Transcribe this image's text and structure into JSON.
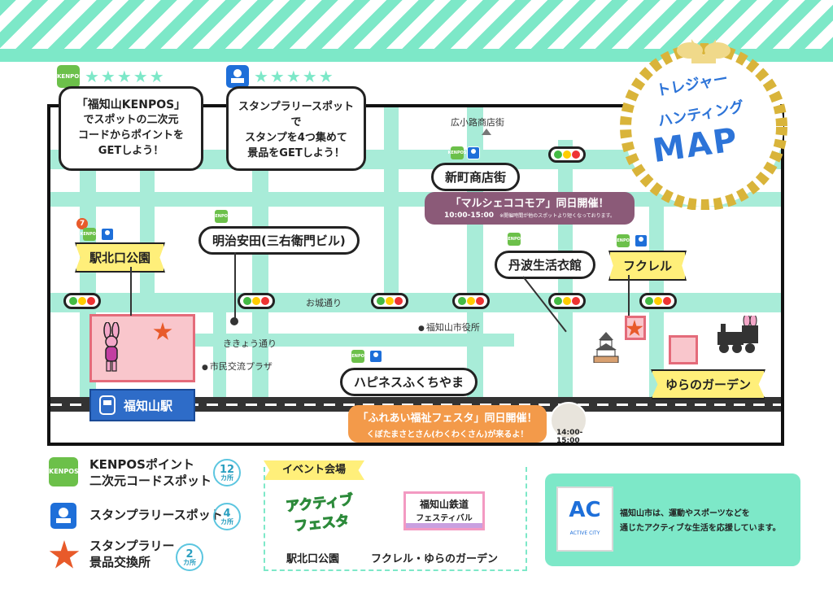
{
  "title": {
    "line1": "トレジャー",
    "line2": "ハンティング",
    "line3": "MAP"
  },
  "callouts": {
    "kenpos": {
      "stars": "★★★★★",
      "line1": "「福知山KENPOS」",
      "line2": "でスポットの二次元",
      "line3": "コードからポイントを",
      "line4": "GETしよう！"
    },
    "stamp": {
      "stars": "★★★★★",
      "line1": "スタンプラリースポットで",
      "line2": "スタンプを4つ集めて",
      "line3": "景品をGETしよう！"
    }
  },
  "map": {
    "streets": {
      "hirokoji": "広小路商店街",
      "oshiro": "お城通り",
      "kikyo": "ききょう通り"
    },
    "places": {
      "shimin": "市民交流プラザ",
      "shiyakusho": "福知山市役所"
    },
    "spots": {
      "shinmachi": "新町商店街",
      "meiji": "明治安田(三右衛門ビル)",
      "ekikita": "駅北口公園",
      "tamba": "丹波生活衣館",
      "fukureru": "フクレル",
      "happiness": "ハピネスふくちやま",
      "yurano": "ゆらのガーデン"
    },
    "station": "福知山駅",
    "badge_number": "7",
    "kenpos_mini": "KENPOS",
    "event_marche": {
      "title": "「マルシェココモア」同日開催！",
      "time": "10:00-15:00",
      "note": "※開催時間が他のスポットより短くなっております。"
    },
    "event_fureai": {
      "title": "「ふれあい福祉フェスタ」同日開催！",
      "sub": "くぼたまさとさん(わくわくさん)が来るよ！",
      "time": "14:00-15:00"
    }
  },
  "legend": {
    "kenpos_icon_text": "KENPOS",
    "kenpos_line1": "KENPOSポイント",
    "kenpos_line2": "二次元コードスポット",
    "kenpos_count": "12",
    "stamp_label": "スタンプラリースポット",
    "stamp_count": "4",
    "star_line1": "スタンプラリー",
    "star_line2": "景品交換所",
    "star_count": "2",
    "count_unit": "カ所"
  },
  "venues": {
    "header": "イベント会場",
    "active_logo_line1": "アクティブ",
    "active_logo_line2": "フェスタ",
    "venue1": "駅北口公園",
    "railway_logo_line1": "福知山鉄道",
    "railway_logo_line2": "フェスティバル",
    "venue2": "フクレル・ゆらのガーデン"
  },
  "active_city": {
    "logo_text": "ACTIVE CITY",
    "text_line1": "福知山市は、運動やスポーツなどを",
    "text_line2": "通じたアクティブな生活を応援しています。"
  },
  "colors": {
    "mint": "#7de8c8",
    "road": "#a8ecd8",
    "kenpos_green": "#6cc04a",
    "stamp_blue": "#1e6fd9",
    "star_orange": "#e85a2a",
    "flag_yellow": "#ffef7a",
    "gold": "#d9b43a"
  },
  "icons": [
    "kenpos-icon",
    "stamp-icon",
    "star-icon",
    "traffic-light-icon",
    "train-icon",
    "castle-icon",
    "steam-locomotive-icon",
    "bunny-mascot-icon"
  ]
}
